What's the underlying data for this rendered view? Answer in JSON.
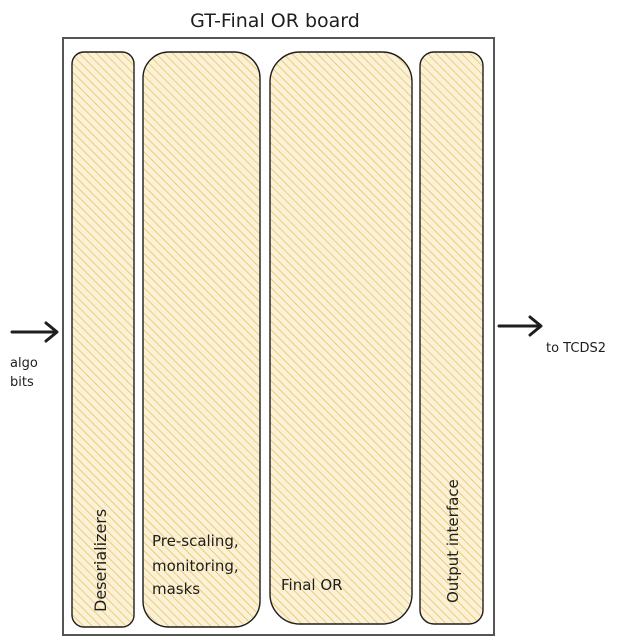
{
  "board": {
    "title": "GT-Final OR board"
  },
  "blocks": [
    {
      "id": "deserializers",
      "label_lines": [
        "Deserializers"
      ],
      "vertical": true
    },
    {
      "id": "prescaling",
      "label_lines": [
        "Pre-scaling,",
        "monitoring,",
        "masks"
      ],
      "vertical": false
    },
    {
      "id": "final-or",
      "label_lines": [
        "Final OR"
      ],
      "vertical": false
    },
    {
      "id": "output",
      "label_lines": [
        "Output interface"
      ],
      "vertical": true
    }
  ],
  "input": {
    "label_lines": [
      "algo",
      "bits"
    ]
  },
  "output": {
    "label": "to TCDS2"
  },
  "colors": {
    "fill": "#f3e2b3",
    "hatch": "#e2b94e",
    "stroke": "#1e1e1e",
    "frame": "#555555"
  }
}
